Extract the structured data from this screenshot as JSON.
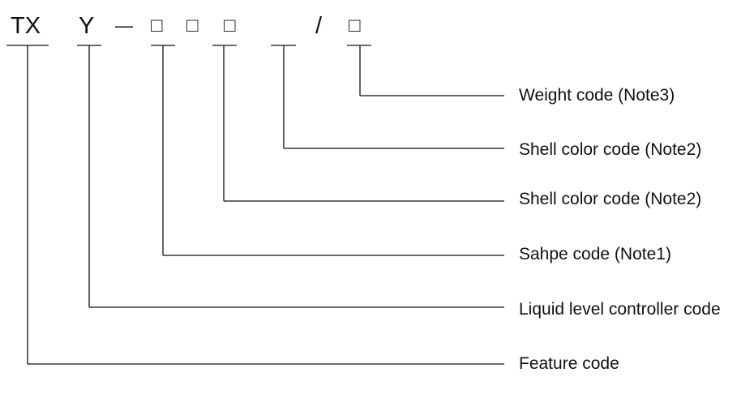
{
  "code_parts": {
    "prefix": "TX",
    "type": "Y",
    "dash": "—",
    "box1": "□",
    "box2": "□",
    "box3": "□",
    "slash": "/",
    "box4": "□"
  },
  "labels": {
    "weight": "Weight code (Note3)",
    "shell_color_1": "Shell color code (Note2)",
    "shell_color_2": "Shell color code (Note2)",
    "shape": "Sahpe code (Note1)",
    "liquid_level": "Liquid level controller code",
    "feature": "Feature code"
  }
}
